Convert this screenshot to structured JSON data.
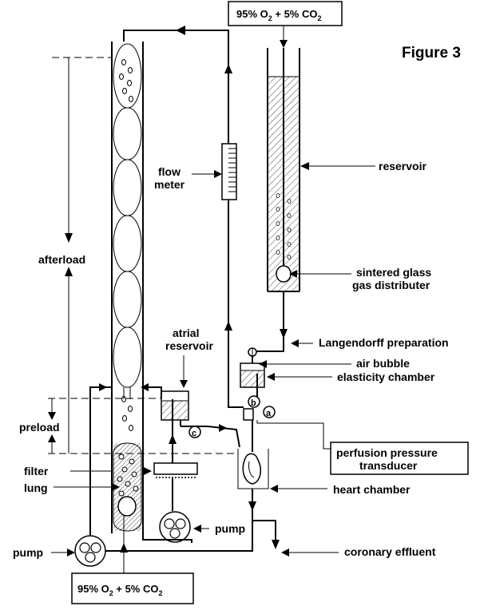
{
  "figure": {
    "title": "Figure 3"
  },
  "labels": {
    "gas_top": "95% O2 + 5% CO2",
    "gas_top_parts": [
      "95% O",
      "2",
      " + 5% CO",
      "2"
    ],
    "gas_bottom": "95% O2 + 5% CO2",
    "gas_bottom_parts": [
      "95% O",
      "2",
      " + 5% CO",
      "2"
    ],
    "reservoir": "reservoir",
    "flow_meter_1": "flow",
    "flow_meter_2": "meter",
    "sintered_1": "sintered glass",
    "sintered_2": "gas distributer",
    "afterload": "afterload",
    "atrial_reservoir_1": "atrial",
    "atrial_reservoir_2": "reservoir",
    "langendorff": "Langendorff preparation",
    "air_bubble": "air bubble",
    "elasticity_chamber": "elasticity chamber",
    "preload": "preload",
    "perfusion_1": "perfusion pressure",
    "perfusion_2": "transducer",
    "filter": "filter",
    "lung": "lung",
    "heart_chamber": "heart chamber",
    "pump_right": "pump",
    "pump_left": "pump",
    "coronary_effluent": "coronary effluent",
    "marker_a": "a",
    "marker_b": "b",
    "marker_c": "c"
  }
}
